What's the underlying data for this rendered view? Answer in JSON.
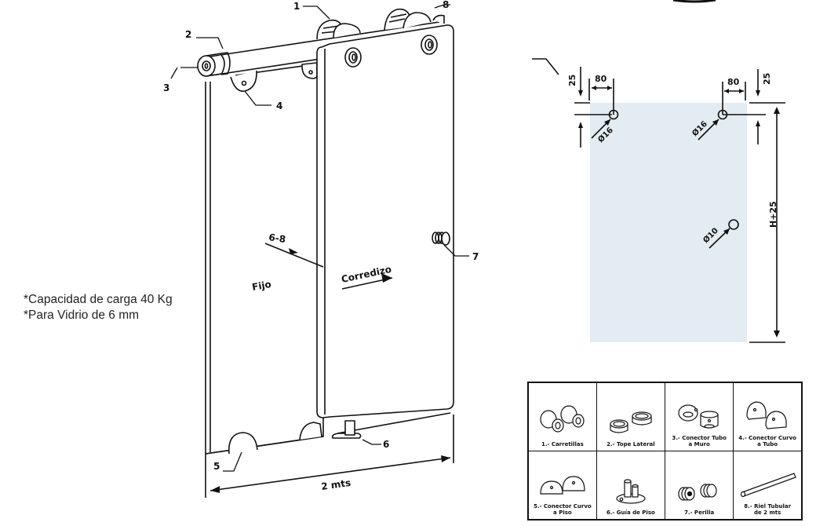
{
  "notes": [
    "*Capacidad de carga 40 Kg",
    "*Para Vidrio de 6 mm"
  ],
  "main_diagram": {
    "callouts": [
      "1",
      "2",
      "3",
      "4",
      "5",
      "6",
      "7",
      "8"
    ],
    "panel_fixed_label": "Fijo",
    "panel_sliding_label": "Corredizo",
    "gap_label": "6-8",
    "width_label": "2 mts"
  },
  "drilling_diagram": {
    "left_top_offset": "25",
    "left_side_offset": "80",
    "right_side_offset": "80",
    "right_top_offset": "25",
    "left_hole": "Ø16",
    "right_hole": "Ø16",
    "knob_hole": "Ø10",
    "height_label": "H+25",
    "glass_color": "#e3ecf2"
  },
  "parts_table": [
    {
      "icon": "carriage-wheels-icon",
      "label": "1.- Carretillas"
    },
    {
      "icon": "side-stop-icon",
      "label": "2.- Tope Lateral"
    },
    {
      "icon": "tube-wall-connector-icon",
      "label": "3.- Conector Tubo\na Muro"
    },
    {
      "icon": "curved-tube-connector-icon",
      "label": "4.- Conector Curvo\na Tubo"
    },
    {
      "icon": "curved-floor-connector-icon",
      "label": "5.- Conector Curvo\na Piso"
    },
    {
      "icon": "floor-guide-icon",
      "label": "6.- Guía de Piso"
    },
    {
      "icon": "knob-icon",
      "label": "7.- Perilla"
    },
    {
      "icon": "tubular-rail-icon",
      "label": "8.- Riel Tubular\nde 2 mts"
    }
  ]
}
